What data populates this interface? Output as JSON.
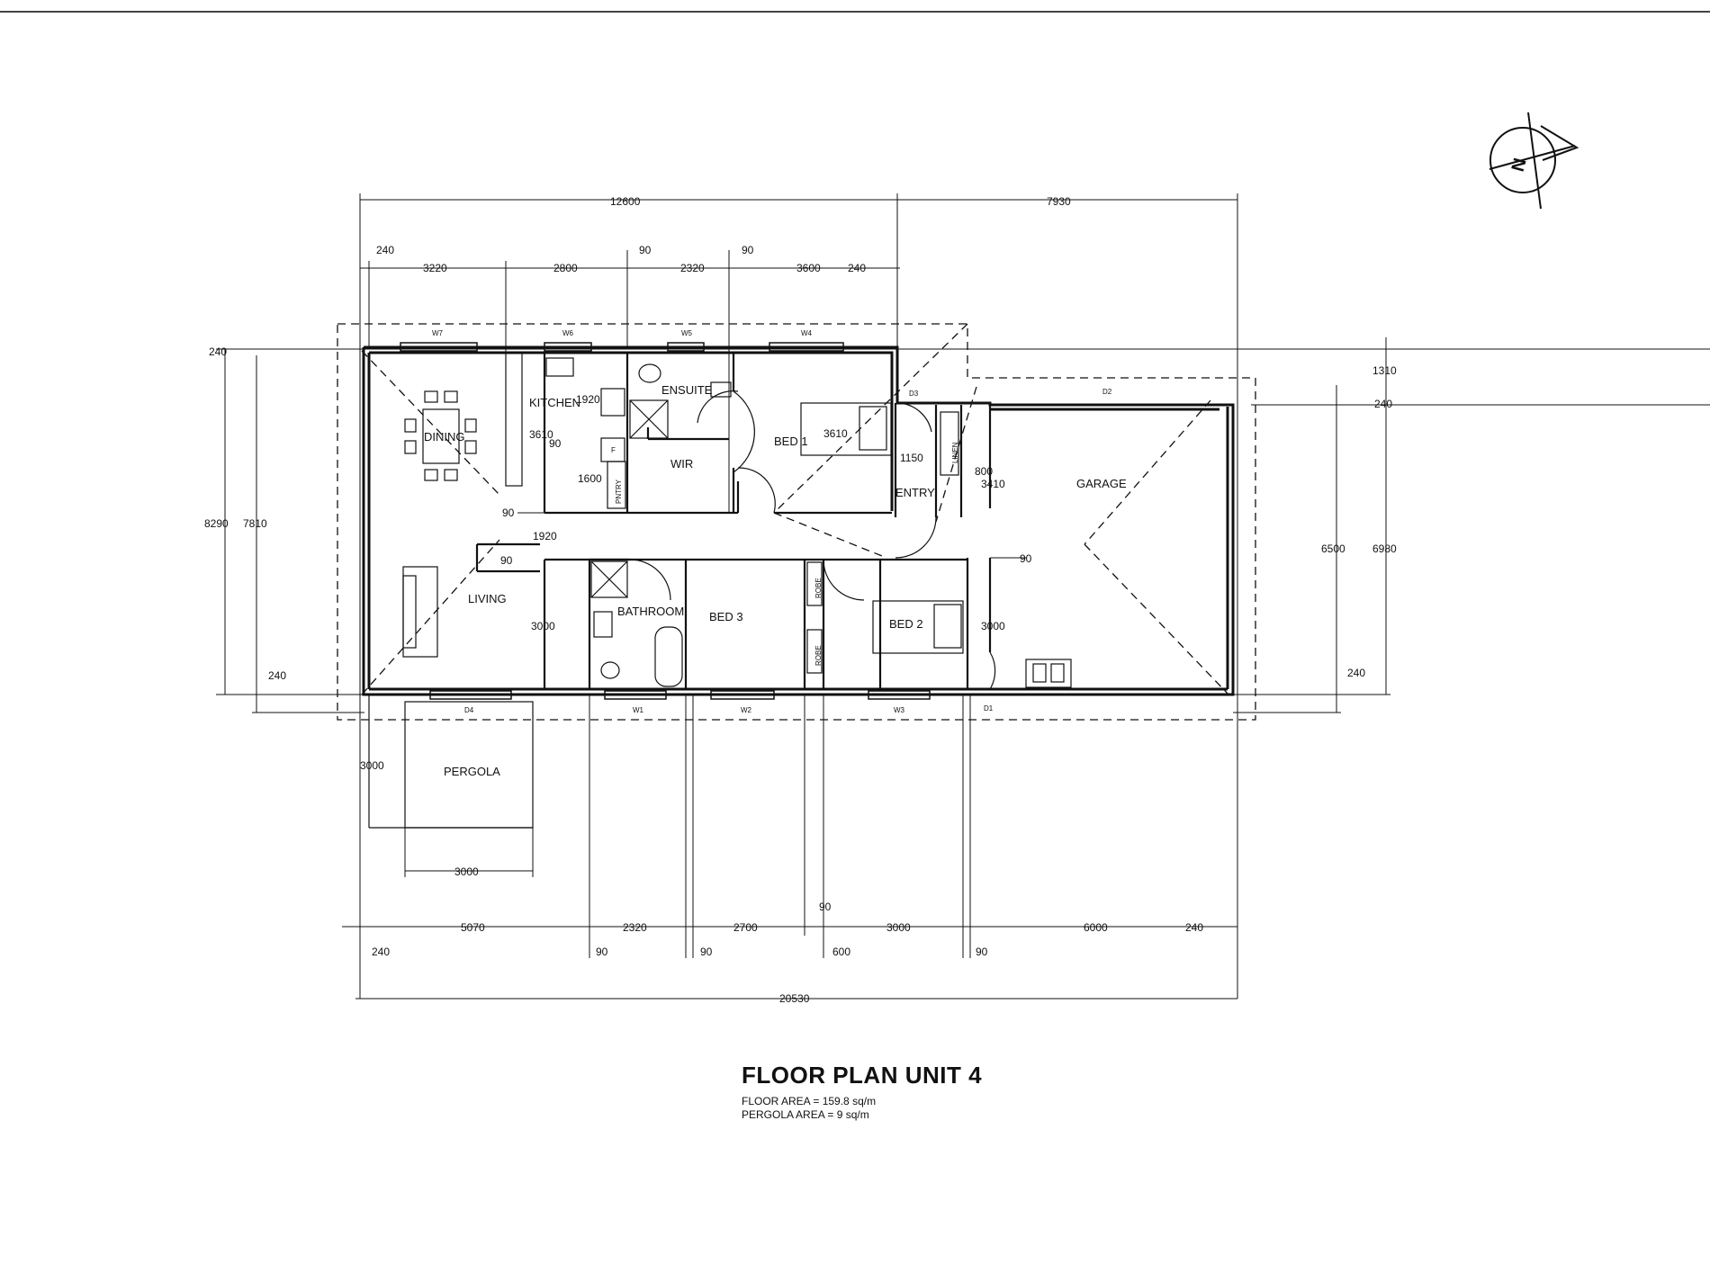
{
  "title": "FLOOR PLAN UNIT 4",
  "areas": [
    "FLOOR AREA = 159.8 sq/m",
    "PERGOLA AREA = 9 sq/m"
  ],
  "north_label": "N",
  "rooms": {
    "dining": "DINING",
    "kitchen": "KITCHEN",
    "ensuite": "ENSUITE",
    "wir": "WIR",
    "bed1": "BED 1",
    "entry": "ENTRY",
    "garage": "GARAGE",
    "living": "LIVING",
    "bathroom": "BATHROOM",
    "bed3": "BED 3",
    "bed2": "BED 2",
    "pergola": "PERGOLA",
    "linen": "LINEN",
    "robe": "ROBE",
    "pantry": "PNTRY",
    "fridge": "F"
  },
  "windows": {
    "w7": "W7",
    "w6a": "W6",
    "w5": "W5",
    "w4": "W4",
    "d3": "D3",
    "d2": "D2",
    "d1": "D1",
    "d4": "D4",
    "w1": "W1",
    "w2": "W2",
    "w3": "W3"
  },
  "dims": {
    "top_overall_left": "12600",
    "top_overall_right": "7930",
    "t240a": "240",
    "t3220": "3220",
    "t2800": "2800",
    "t90a": "90",
    "t2320": "2320",
    "t90b": "90",
    "t3600": "3600",
    "t240b": "240",
    "left_240_top": "240",
    "left_8290": "8290",
    "left_7810": "7810",
    "left_240_bot": "240",
    "right_1310": "1310",
    "right_240_top": "240",
    "right_6500": "6500",
    "right_6980": "6980",
    "right_240_bot": "240",
    "k1920": "1920",
    "k3610": "3610",
    "k90": "90",
    "k1600": "1600",
    "b3610": "3610",
    "e1150": "1150",
    "e800": "800",
    "e3410": "3410",
    "h90": "90",
    "h1920": "1920",
    "h90b": "90",
    "h90c": "90",
    "liv3000": "3000",
    "bed2_3000": "3000",
    "perg3000v": "3000",
    "perg3000h": "3000",
    "b5070": "5070",
    "b2320": "2320",
    "b2700": "2700",
    "b90": "90",
    "b3000": "3000",
    "b6000": "6000",
    "b240": "240",
    "bb240": "240",
    "bb90a": "90",
    "bb90b": "90",
    "bb600": "600",
    "bb90c": "90",
    "overall_bottom": "20530"
  }
}
